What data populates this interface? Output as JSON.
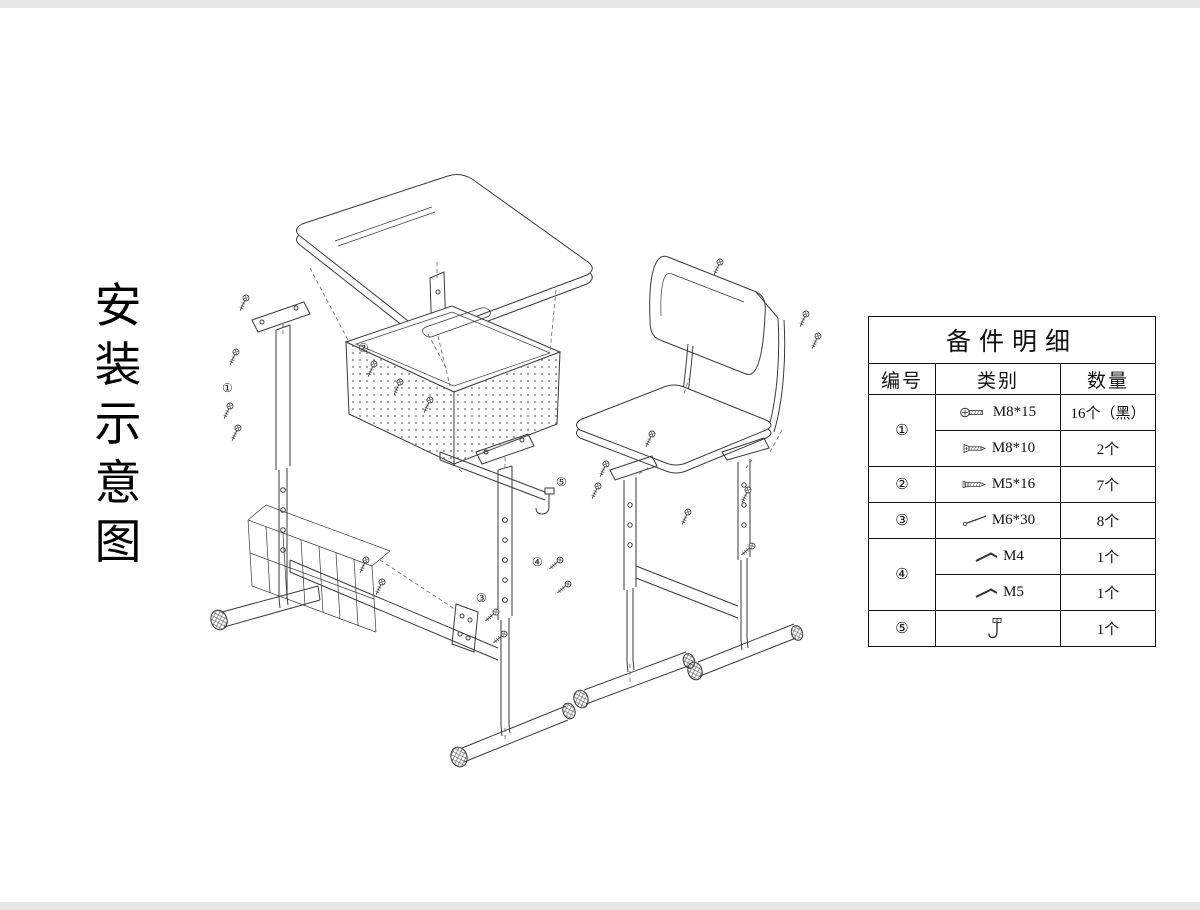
{
  "page": {
    "title_chars": [
      "安",
      "装",
      "示",
      "意",
      "图"
    ]
  },
  "diagram": {
    "description": "desk-and-chair-exploded-assembly",
    "callouts": [
      "①",
      "②",
      "③",
      "④",
      "⑤"
    ]
  },
  "parts_table": {
    "title": "备件明细",
    "columns": [
      "编号",
      "类别",
      "数量"
    ],
    "rows": [
      {
        "no": "①",
        "icon": "machine-screw-icon",
        "type": "M8*15",
        "qty": "16个（黑）"
      },
      {
        "no": "",
        "icon": "flat-head-screw-icon",
        "type": "M8*10",
        "qty": "2个"
      },
      {
        "no": "②",
        "icon": "self-tapping-screw-icon",
        "type": "M5*16",
        "qty": "7个"
      },
      {
        "no": "③",
        "icon": "long-bolt-icon",
        "type": "M6*30",
        "qty": "8个"
      },
      {
        "no": "④",
        "icon": "allen-key-icon",
        "type": "M4",
        "qty": "1个"
      },
      {
        "no": "",
        "icon": "allen-key-icon",
        "type": "M5",
        "qty": "1个"
      },
      {
        "no": "⑤",
        "icon": "hook-icon",
        "type": "",
        "qty": "1个"
      }
    ]
  }
}
